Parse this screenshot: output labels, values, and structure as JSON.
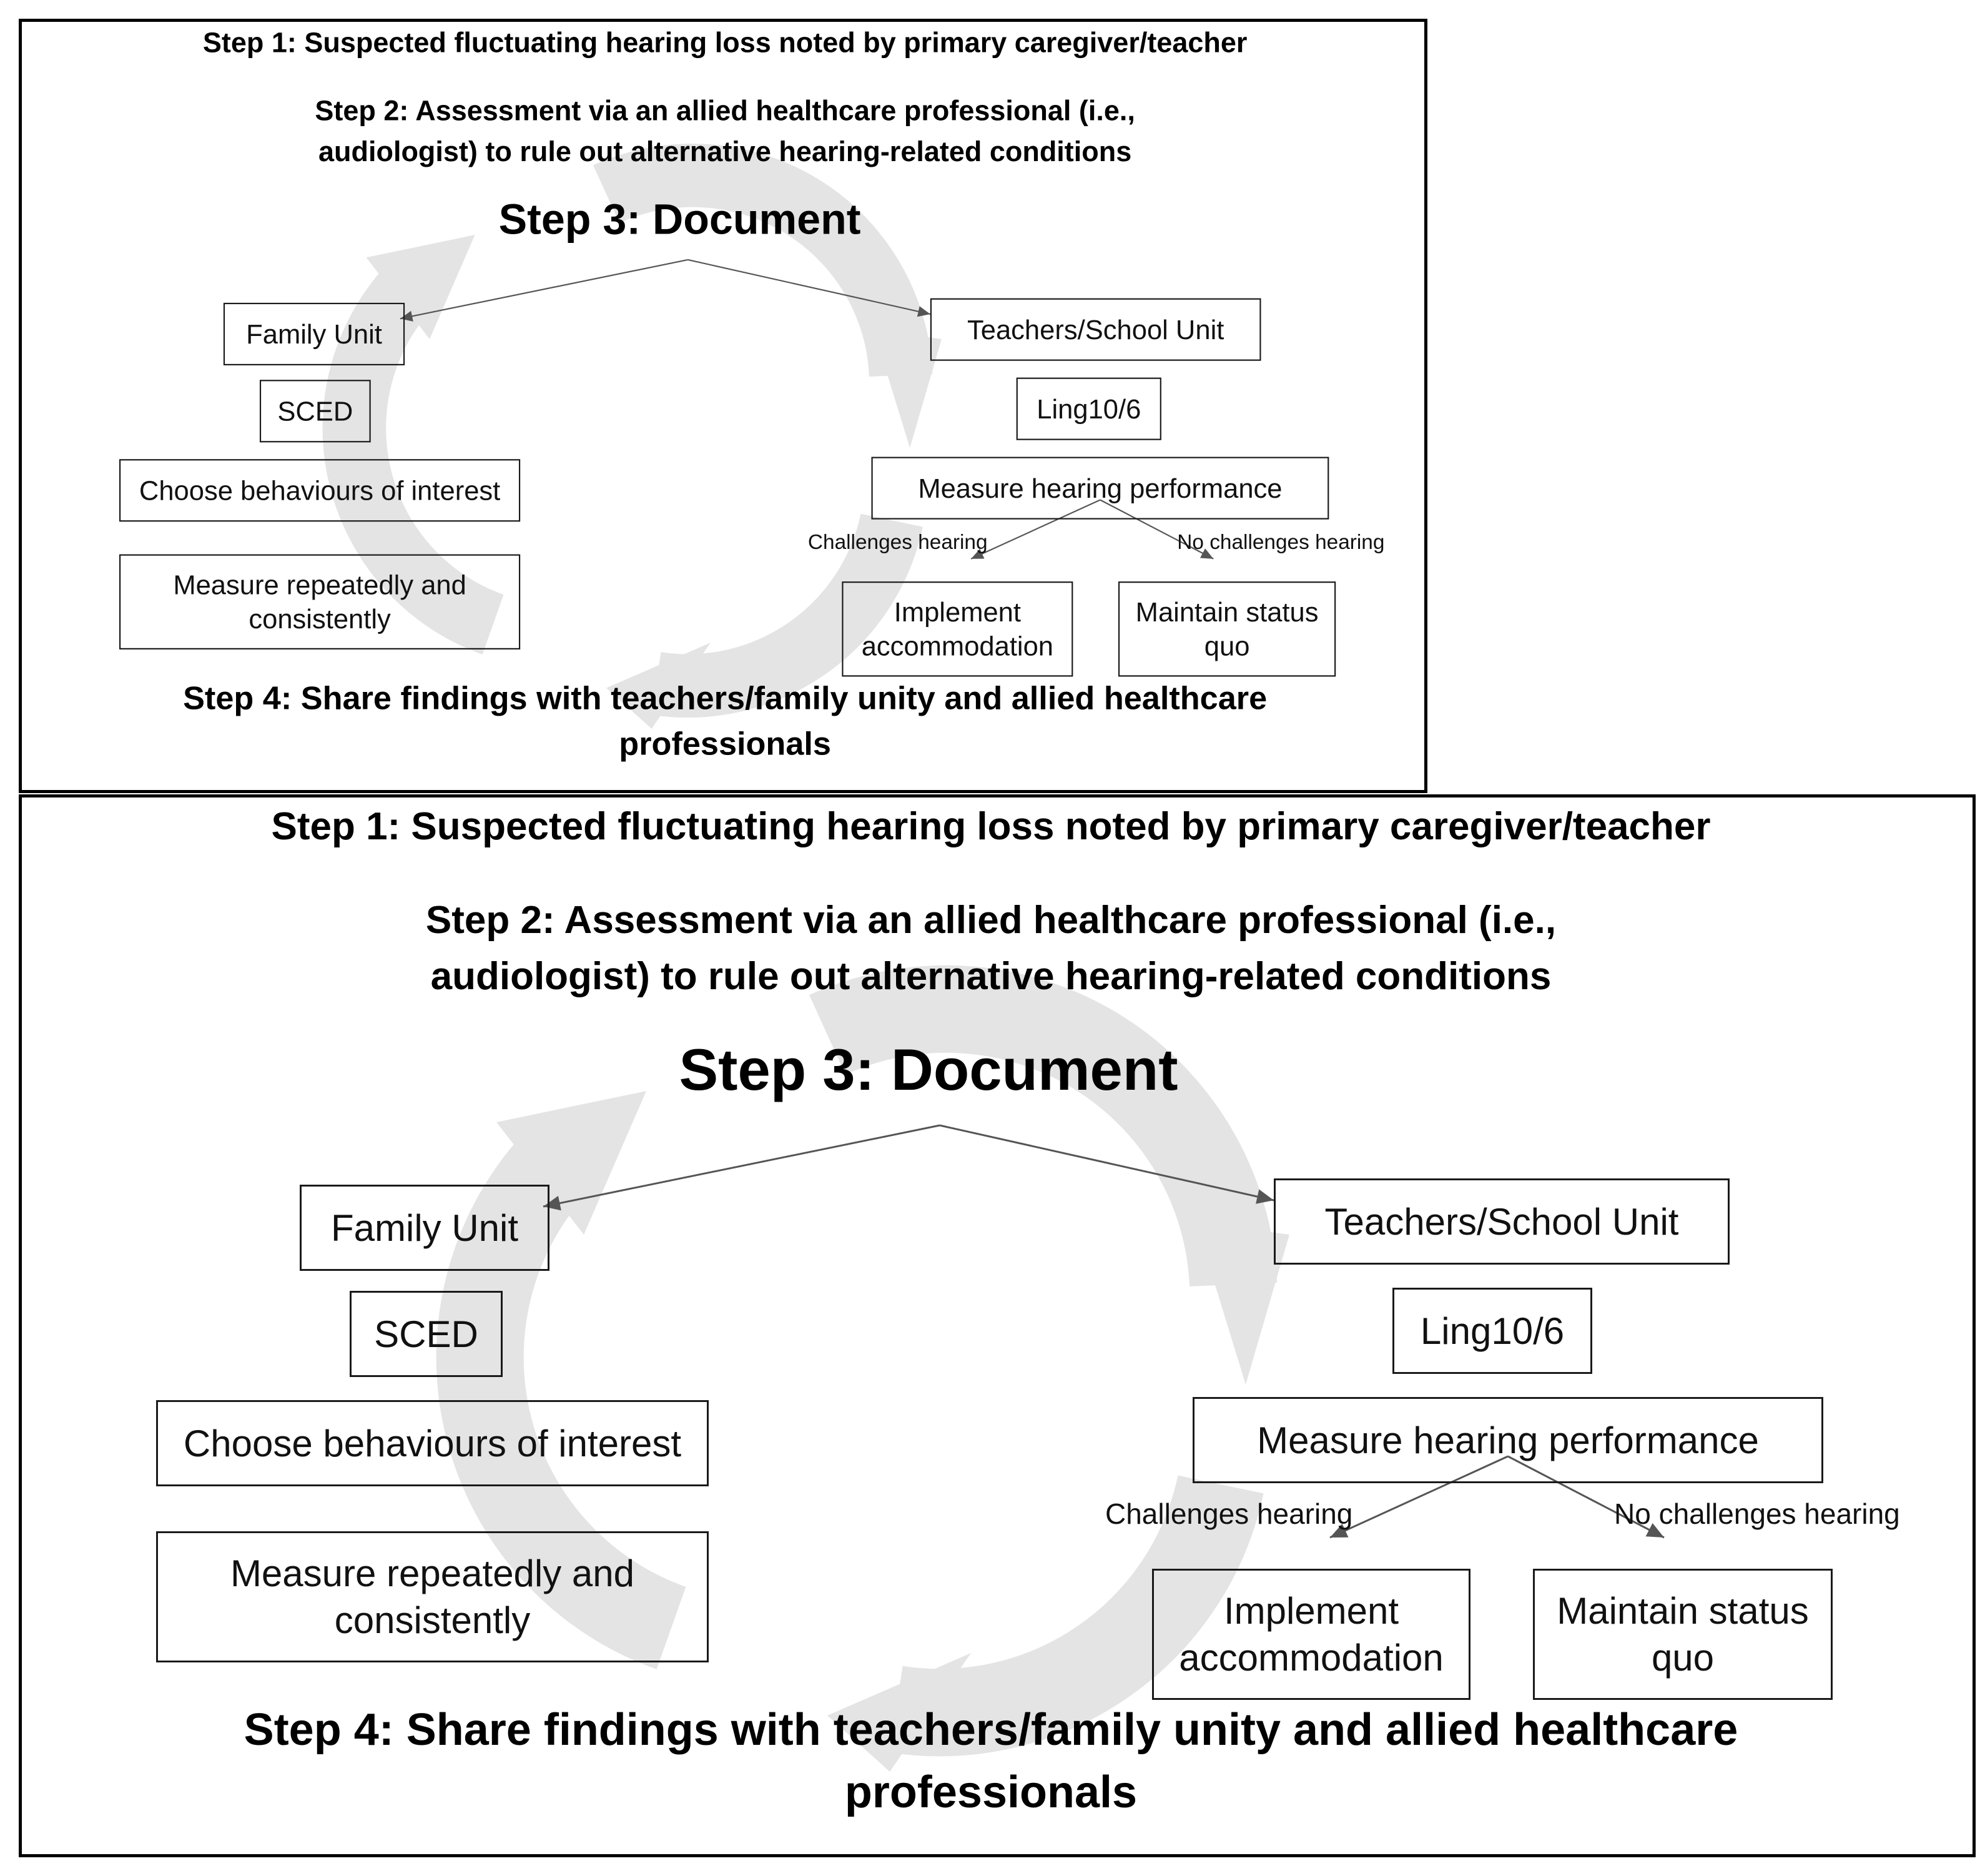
{
  "steps": {
    "step1": "Step 1: Suspected fluctuating hearing loss noted by primary caregiver/teacher",
    "step2_line1": "Step 2: Assessment via an allied healthcare professional (i.e.,",
    "step2_line2": "audiologist) to rule out alternative hearing-related conditions",
    "step3": "Step 3: Document",
    "step4_line1": "Step 4: Share findings with teachers/family unity and allied healthcare",
    "step4_line2": "professionals"
  },
  "family": {
    "unit": "Family Unit",
    "method": "SCED",
    "choose": "Choose behaviours of interest",
    "measure": "Measure repeatedly and consistently"
  },
  "school": {
    "unit": "Teachers/School Unit",
    "method": "Ling10/6",
    "measure": "Measure hearing performance",
    "edge_yes": "Challenges hearing",
    "edge_no": "No challenges hearing",
    "implement": "Implement accommodation",
    "maintain": "Maintain status quo"
  },
  "colors": {
    "background": "#ffffff",
    "border": "#000000",
    "watermark": "#e4e4e4",
    "connector": "#555555"
  }
}
